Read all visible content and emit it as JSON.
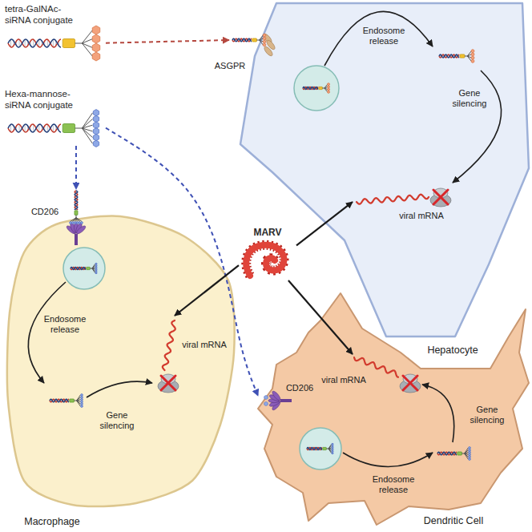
{
  "diagram": {
    "nodes": [
      {
        "text": [
          "tetra-GalNAc-siRNA conjugate"
        ]
      },
      {
        "text": [
          "Hexa-mannose-siRNA conjugate"
        ]
      },
      {
        "text": [
          "MARV"
        ]
      },
      {
        "text": [
          "Hepatocyte"
        ]
      },
      {
        "text": [
          "Macrophage"
        ]
      },
      {
        "text": [
          "Dendritic Cell"
        ]
      }
    ],
    "edges": [
      {
        "from": 0,
        "to": 3,
        "arrow": "to"
      },
      {
        "from": 1,
        "to": 4,
        "arrow": "to"
      },
      {
        "from": 1,
        "to": 5,
        "arrow": "to"
      },
      {
        "from": 2,
        "to": 3,
        "arrow": "to"
      },
      {
        "from": 2,
        "to": 4,
        "arrow": "to"
      },
      {
        "from": 2,
        "to": 5,
        "arrow": "to"
      }
    ],
    "labels": [
      "ASGPR",
      "Endosome release",
      "Gene silencing",
      "viral mRNA",
      "CD206",
      "Endosome release",
      "viral mRNA",
      "Gene silencing",
      "CD206",
      "viral mRNA",
      "Gene silencing",
      "Endosome release"
    ]
  }
}
